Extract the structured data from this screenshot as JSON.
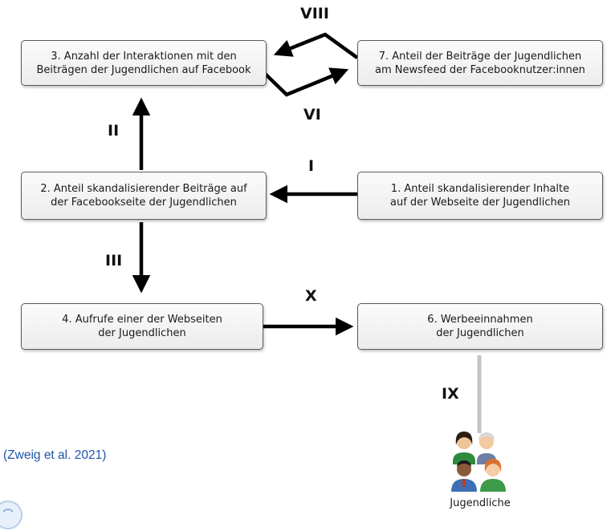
{
  "boxes": {
    "b3": {
      "line1": "3. Anzahl der Interaktionen mit den",
      "line2": "Beiträgen der Jugendlichen auf Facebook"
    },
    "b7": {
      "line1": "7. Anteil der Beiträge der Jugendlichen",
      "line2": "am Newsfeed der Facebooknutzer:innen"
    },
    "b2": {
      "line1": "2. Anteil skandalisierender Beiträge auf",
      "line2": "der Facebookseite der Jugendlichen"
    },
    "b1": {
      "line1": "1. Anteil skandalisierender Inhalte",
      "line2": "auf der Webseite der Jugendlichen"
    },
    "b4": {
      "line1": "4. Aufrufe einer der Webseiten",
      "line2": "der Jugendlichen"
    },
    "b6": {
      "line1": "6. Werbeeinnahmen",
      "line2": "der  Jugendlichen"
    }
  },
  "edge_labels": {
    "viii": "VIII",
    "vi": "VI",
    "ii": "II",
    "i": "I",
    "iii": "III",
    "x": "X",
    "ix": "IX"
  },
  "citation": "(Zweig et al. 2021)",
  "people_caption": "Jugendliche",
  "colors": {
    "arrow": "#000000",
    "connector": "#c4c4c4",
    "citation": "#1f55a8"
  }
}
